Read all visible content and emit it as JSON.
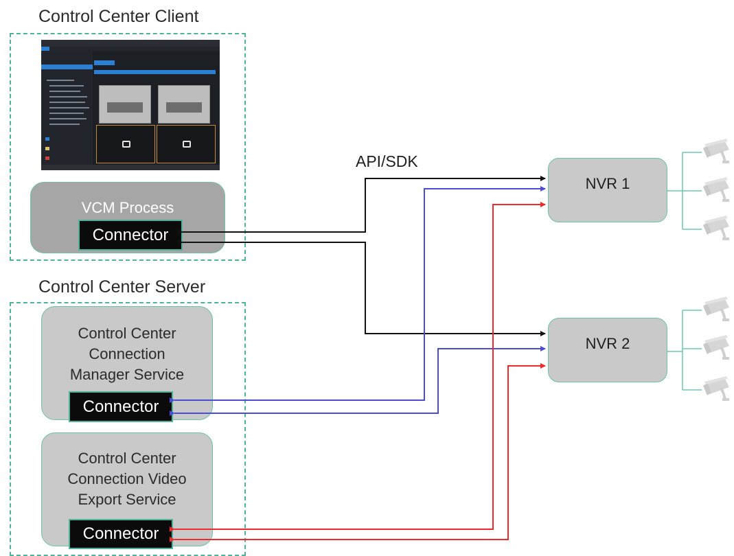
{
  "client_section": {
    "title": "Control Center Client"
  },
  "server_section": {
    "title": "Control Center Server"
  },
  "vcm_process": {
    "label": "VCM Process",
    "connector": "Connector"
  },
  "connection_manager": {
    "label_lines": [
      "Control Center",
      "Connection",
      "Manager Service"
    ],
    "connector": "Connector"
  },
  "video_export": {
    "label_lines": [
      "Control Center",
      "Connection Video",
      "Export Service"
    ],
    "connector": "Connector"
  },
  "nvr1": {
    "label": "NVR 1"
  },
  "nvr2": {
    "label": "NVR 2"
  },
  "api_label": "API/SDK",
  "colors": {
    "dashed_border": "#4fb39b",
    "api_line": "#111111",
    "manager_line": "#4b4bd6",
    "export_line": "#f02a2a",
    "camera_line": "#6cc9ad",
    "camera_icon": "#d6d6d6"
  },
  "icons": [
    "camera-icon"
  ]
}
